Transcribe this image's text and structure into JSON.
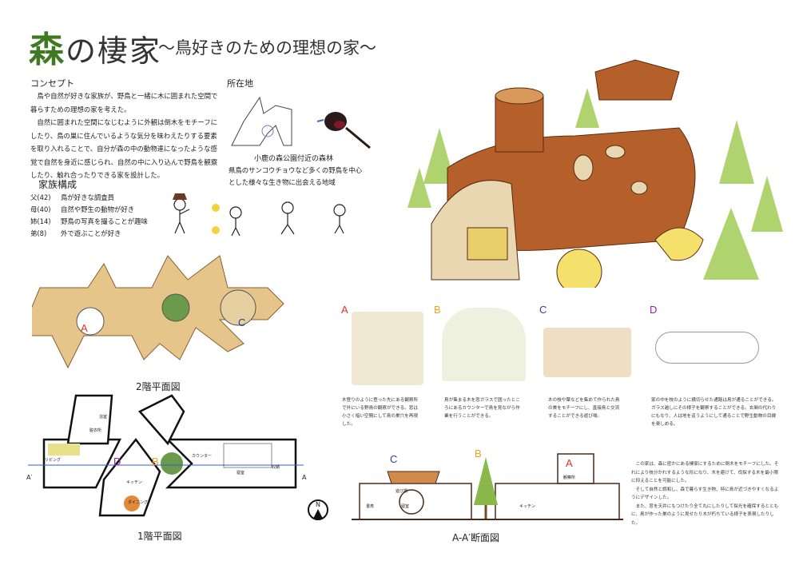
{
  "header": {
    "title_main": "森",
    "title_rest": "の棲家",
    "subtitle": "～鳥好きのための理想の家～"
  },
  "concept": {
    "heading": "コンセプト",
    "paragraphs": [
      "　鳥や自然が好きな家族が、野鳥と一緒に木に囲まれた空間で暮らすための理想の家を考えた。",
      "　自然に囲まれた空間になじむように外観は倒木をモチーフにしたり、鳥の巣に住んでいるような気分を味わえたりする要素を取り入れることで、自分が森の中の動物達になったような感覚で自然を身近に感じられ、自然の中に入り込んで野鳥を観察したり、触れ合ったりできる家を設計した。"
    ]
  },
  "family": {
    "heading": "家族構成",
    "members": [
      {
        "who": "父(42)",
        "desc": "鳥が好きな調査員"
      },
      {
        "who": "母(40)",
        "desc": "自然や野生の動物が好き"
      },
      {
        "who": "姉(14)",
        "desc": "野鳥の写真を撮ることが趣味"
      },
      {
        "who": "弟(8)",
        "desc": "外で遊ぶことが好き"
      }
    ]
  },
  "location": {
    "heading": "所在地",
    "place": "小鹿の森公園付近の森林",
    "desc1": "県鳥のサンコウチョウなど多くの野鳥を中心",
    "desc2": "とした様々な生き物に出会える地域"
  },
  "plans": {
    "floor2": "2階平面図",
    "floor1": "1階平面図",
    "section": "A-A′断面図",
    "north": "N",
    "a": "A",
    "a_prime": "A′"
  },
  "markers": {
    "a": "A",
    "b": "B",
    "c": "C",
    "d": "D"
  },
  "details": [
    {
      "letter": "A",
      "color": "#e0302a",
      "text": "木登りのように登った先にある観察所で外にいる野鳥の観察ができる。窓は小さく暗い空間にして鳥の巣穴を再現した。"
    },
    {
      "letter": "B",
      "color": "#f0a020",
      "text": "鳥が集まる木を窓ガラスで囲ったところにあるカウンターで鳥を見ながら作業を行うことができる。"
    },
    {
      "letter": "C",
      "color": "#2a3fa8",
      "text": "木の枝や葉などを集めて作られた鳥の巣をモチーフにし、直接鳥と交流することができる遊び場。"
    },
    {
      "letter": "D",
      "color": "#8a2aa0",
      "text": "家の中を枝のように横切らせた通路は鳥が通ることができる。ガラス越しにその様子を観察することができる。玄関の代わりにもなり、人は地を這うようにして通ることで野生動物の目線を楽しめる。"
    }
  ],
  "summary": [
    "　この家は、森に密かにある棲家にするために倒木をモチーフにした。それにより枝分かれするような形になり、木を避けて、伐採する木を最小限に抑えることを可能にした。",
    "　そして自然と調和し、森で暮らす生き物、特に鳥が近づきやすくなるようにデザインした。",
    "　また、窓を天井にもつけたり全て丸にしたりして採光を確保するとともに、鳥が作った巣のように見せたり木が朽ちている様子を表現したりした。"
  ],
  "rooms": {
    "bath": "浴室",
    "dress": "脱衣所",
    "living": "リビング",
    "kitchen": "キッチン",
    "dining": "ダイニング",
    "counter": "カウンター",
    "bedroom": "寝室",
    "storage": "収納",
    "play": "遊び場",
    "obs": "観察所",
    "study": "書斎"
  },
  "colors": {
    "title_green": "#3f7a22",
    "wood": "#b5602a",
    "floor": "#e6c58a"
  }
}
